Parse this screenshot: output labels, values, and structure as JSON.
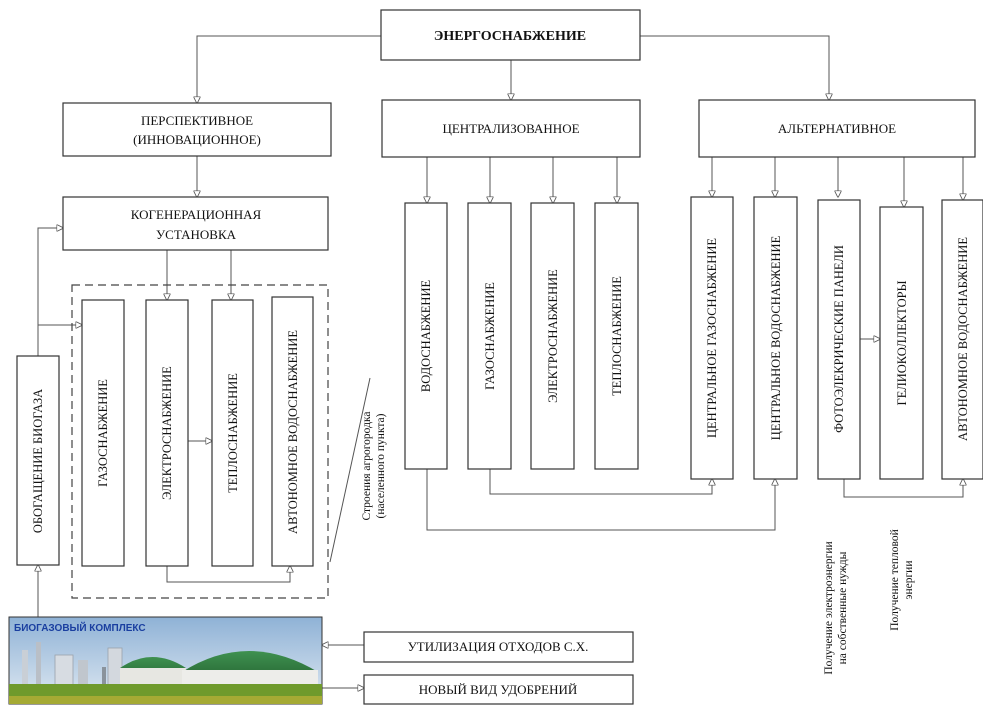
{
  "top": {
    "title": "ЭНЕРГОСНАБЖЕНИЕ"
  },
  "categories": {
    "perspective": {
      "line1": "ПЕРСПЕКТИВНОЕ",
      "line2": "(ИННОВАЦИОННОЕ)"
    },
    "centralized": {
      "label": "ЦЕНТРАЛИЗОВАННОЕ"
    },
    "alternative": {
      "label": "АЛЬТЕРНАТИВНОЕ"
    }
  },
  "cogeneration": {
    "line1": "КОГЕНЕРАЦИОННАЯ",
    "line2": "УСТАНОВКА"
  },
  "cogen_outputs": [
    "ГАЗОСНАБЖЕНИЕ",
    "ЭЛЕКТРОСНАБЖЕНИЕ",
    "ТЕПЛОСНАБЖЕНИЕ",
    "АВТОНОМНОЕ ВОДОСНАБЖЕНИЕ"
  ],
  "biogas_enrichment": "ОБОГАЩЕНИЕ БИОГАЗА",
  "agrotown_note": {
    "line1": "Строения агрогородка",
    "line2": "(населенного пункта)"
  },
  "centralized_items": [
    "ВОДОСНАБЖЕНИЕ",
    "ГАЗОСНАБЖЕНИЕ",
    "ЭЛЕКТРОСНАБЖЕНИЕ",
    "ТЕПЛОСНАБЖЕНИЕ"
  ],
  "alternative_items": [
    "ЦЕНТРАЛЬНОЕ ГАЗОСНАБЖЕНИЕ",
    "ЦЕНТРАЛЬНОЕ ВОДОСНАБЖЕНИЕ",
    "ФОТОЭЛЕКРИЧЕСКИЕ ПАНЕЛИ",
    "ГЕЛИОКОЛЛЕКТОРЫ",
    "АВТОНОМНОЕ ВОДОСНАБЖЕНИЕ"
  ],
  "notes": {
    "electricity": {
      "line1": "Получение электроэнергии",
      "line2": "на собственные нужды"
    },
    "heat": {
      "line1": "Получение тепловой",
      "line2": "энергии"
    }
  },
  "biogas_complex": {
    "label": "БИОГАЗОВЫЙ КОМПЛЕКС"
  },
  "waste_utilization": "УТИЛИЗАЦИЯ ОТХОДОВ С.Х.",
  "new_fertilizer": "НОВЫЙ ВИД УДОБРЕНИЙ",
  "colors": {
    "line": "#555555",
    "box_stroke": "#333333",
    "photo_sky": "#b8cfe3",
    "dome_green": "#2f7a3e",
    "field_green": "#6f9a2c",
    "label_blue": "#1a3fa0"
  }
}
